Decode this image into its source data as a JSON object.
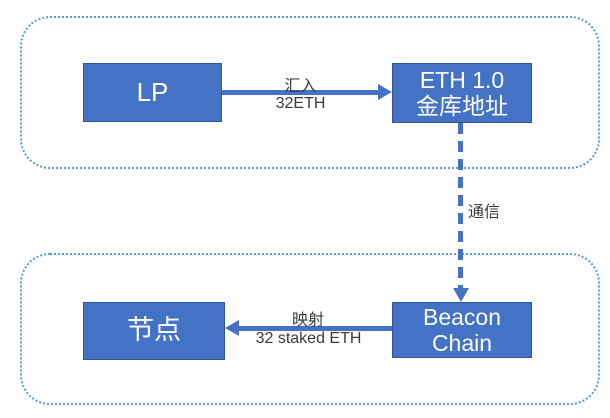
{
  "diagram": {
    "top_group": {
      "lp_node": {
        "label": "LP"
      },
      "eth_vault_node": {
        "label_line1": "ETH 1.0",
        "label_line2": "金库地址"
      },
      "deposit_arrow": {
        "label_top": "汇入",
        "label_bottom": "32ETH"
      }
    },
    "communication_arrow": {
      "label": "通信"
    },
    "bottom_group": {
      "node_node": {
        "label": "节点"
      },
      "beacon_node": {
        "label_line1": "Beacon",
        "label_line2": "Chain"
      },
      "mapping_arrow": {
        "label_top": "映射",
        "label_bottom": "32 staked ETH"
      }
    },
    "colors": {
      "box_fill": "#4472C4",
      "box_border": "#2F5597",
      "arrow": "#4472C4",
      "container_border": "#5B9BD5",
      "edge_label_text": "#3B3B3B",
      "box_text": "#FFFFFF"
    }
  }
}
